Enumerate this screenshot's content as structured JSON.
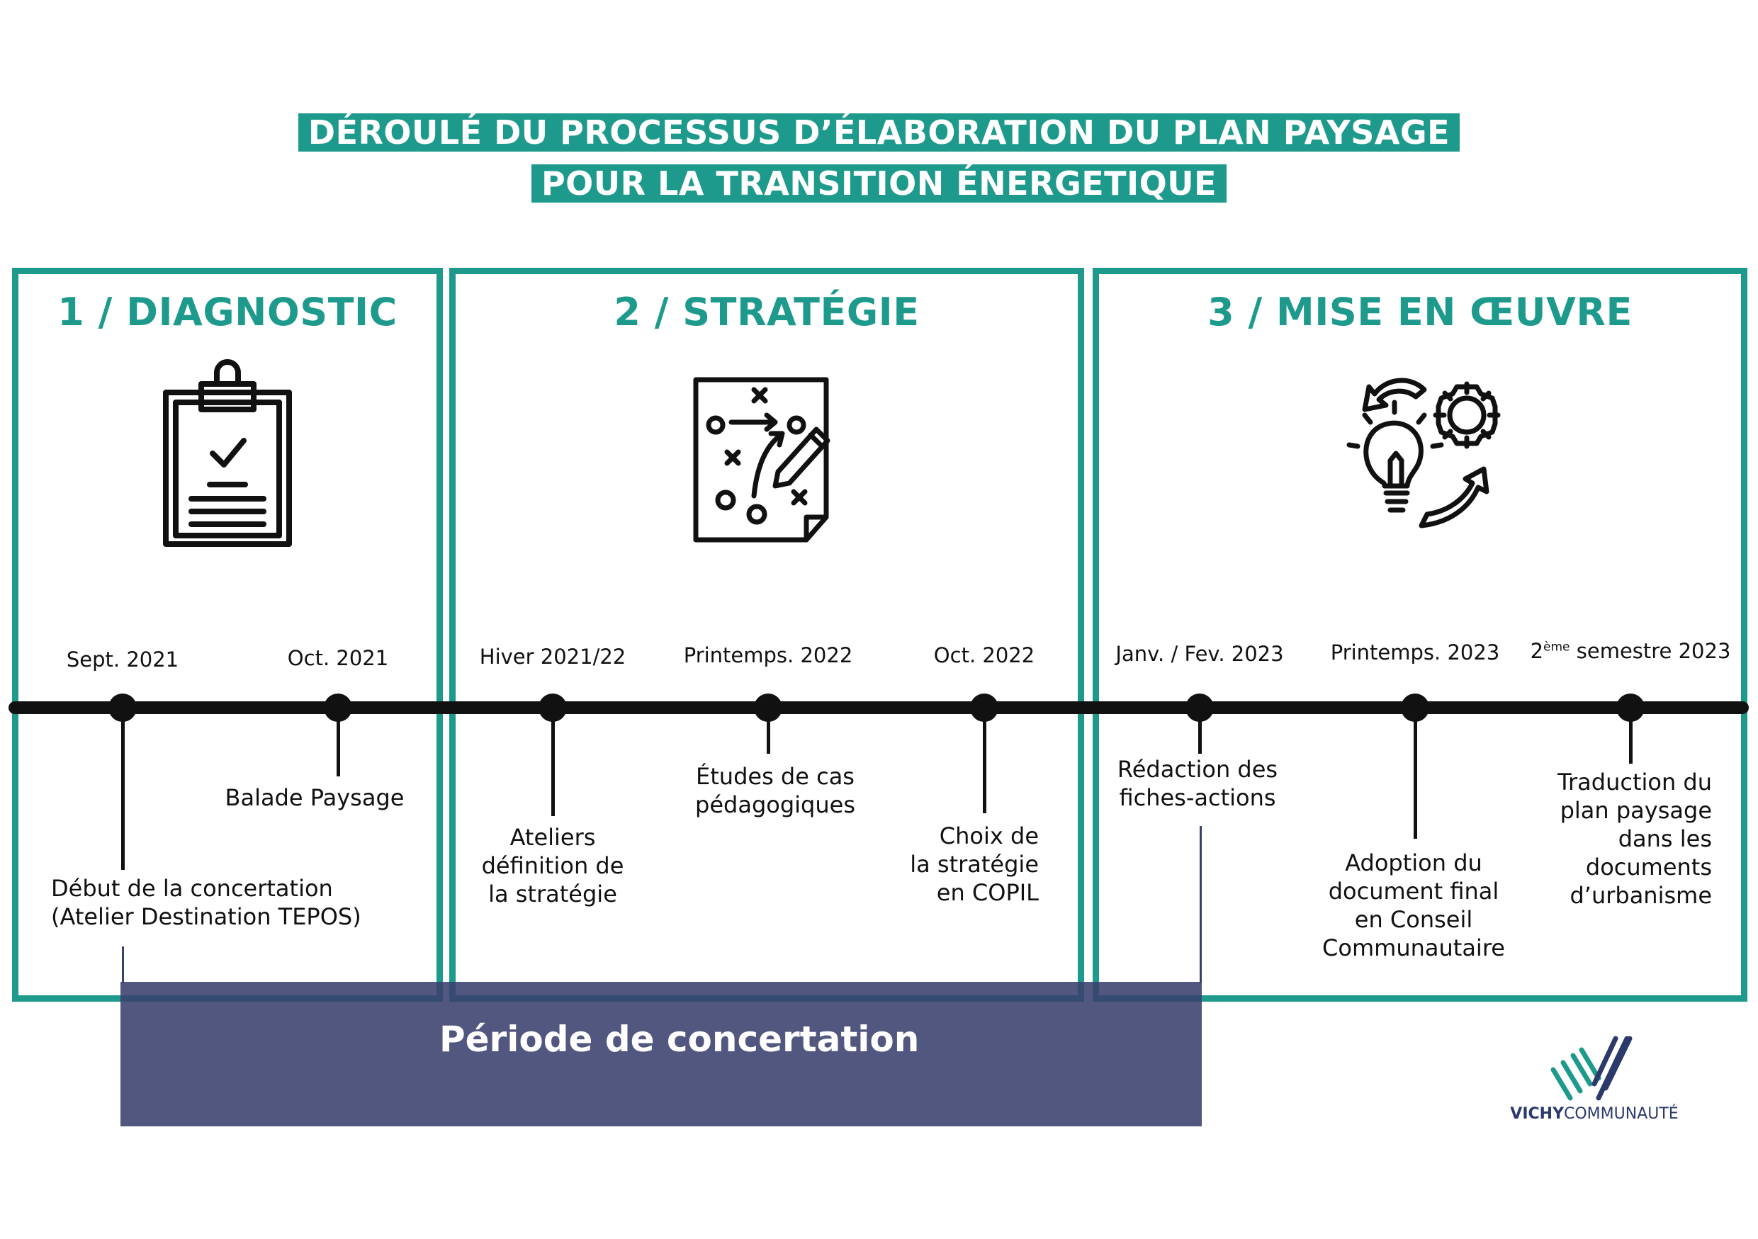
{
  "title": {
    "line1": "DÉROULÉ DU PROCESSUS D’ÉLABORATION DU PLAN PAYSAGE",
    "line2": "POUR LA TRANSITION ÉNERGETIQUE"
  },
  "phases": [
    {
      "title": "1 / DIAGNOSTIC",
      "icon": "clipboard-checklist-icon"
    },
    {
      "title": "2 / STRATÉGIE",
      "icon": "strategy-plan-icon"
    },
    {
      "title": "3 / MISE EN ŒUVRE",
      "icon": "idea-gear-cycle-icon"
    }
  ],
  "milestones": [
    {
      "date": "Sept. 2021",
      "event": "Début de la concertation\n(Atelier Destination TEPOS)"
    },
    {
      "date": "Oct. 2021",
      "event": "Balade Paysage"
    },
    {
      "date": "Hiver 2021/22",
      "event": "Ateliers\ndéfinition de\nla stratégie"
    },
    {
      "date": "Printemps. 2022",
      "event": "Études de cas\npédagogiques"
    },
    {
      "date": "Oct. 2022",
      "event": "Choix de\nla stratégie\nen COPIL"
    },
    {
      "date": "Janv. / Fev. 2023",
      "event": "Rédaction des\nfiches-actions"
    },
    {
      "date": "Printemps. 2023",
      "event": "Adoption du\ndocument final\nen Conseil\nCommunautaire"
    },
    {
      "date_sup": "ème",
      "date_prefix": "2",
      "date_suffix": "semestre 2023",
      "event": "Traduction du\nplan paysage\ndans les\ndocuments\nd’urbanisme"
    }
  ],
  "period": {
    "label": "Période de concertation"
  },
  "logo": {
    "bold": "VICHY",
    "light": "COMMUNAUTÉ"
  },
  "colors": {
    "teal": "#1e9a8c",
    "navy": "#3a406e",
    "black": "#111111"
  }
}
